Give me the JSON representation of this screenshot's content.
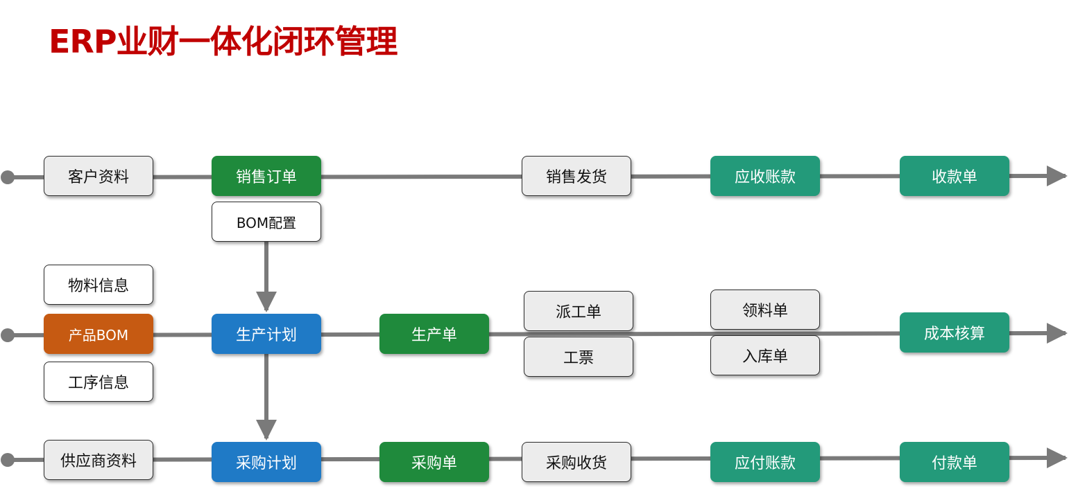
{
  "title": "ERP业财一体化闭环管理",
  "colors": {
    "title": "#c00000",
    "line": "#7a7a7a",
    "sales_green": "#1f8a3c",
    "plan_blue": "#1f7ac6",
    "finance_teal": "#239a7a",
    "bom_orange": "#c65a12",
    "doc_gray": "#ececec"
  },
  "rows": {
    "sales": {
      "customer_data": "客户资料",
      "sales_order": "销售订单",
      "sales_delivery": "销售发货",
      "receivable": "应收账款",
      "receipt": "收款单"
    },
    "production": {
      "bom_config": "BOM配置",
      "material_info": "物料信息",
      "product_bom": "产品BOM",
      "process_info": "工序信息",
      "production_plan": "生产计划",
      "production_order": "生产单",
      "dispatch_order": "派工单",
      "work_ticket": "工票",
      "material_requisition": "领料单",
      "warehouse_receipt": "入库单",
      "cost_accounting": "成本核算"
    },
    "purchase": {
      "supplier_data": "供应商资料",
      "purchase_plan": "采购计划",
      "purchase_order": "采购单",
      "purchase_receipt": "采购收货",
      "payable": "应付账款",
      "payment": "付款单"
    }
  }
}
